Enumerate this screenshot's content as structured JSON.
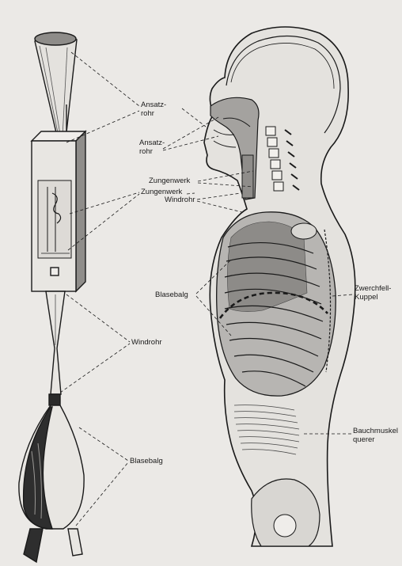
{
  "labels": {
    "ansatzrohr_organ_1": "Ansatz-",
    "ansatzrohr_organ_2": "rohr",
    "zungenwerk_organ": "Zungenwerk",
    "windrohr_organ": "Windrohr",
    "blasebalg_organ": "Blasebalg",
    "ansatzrohr_body_1": "Ansatz-",
    "ansatzrohr_body_2": "rohr",
    "zungenwerk_body": "Zungenwerk",
    "windrohr_body": "Windrohr",
    "blasebalg_body": "Blasebalg",
    "zwerchfell_1": "Zwerchfell-",
    "zwerchfell_2": "Kuppel",
    "bauchmuskel_1": "Bauchmuskel",
    "bauchmuskel_2": "querer"
  },
  "colors": {
    "paper": "#ebe9e6",
    "ink": "#1a1a1a",
    "shade": "#b9b7b4",
    "lung": "#a8a6a3",
    "tissue": "#d6d3cf"
  }
}
